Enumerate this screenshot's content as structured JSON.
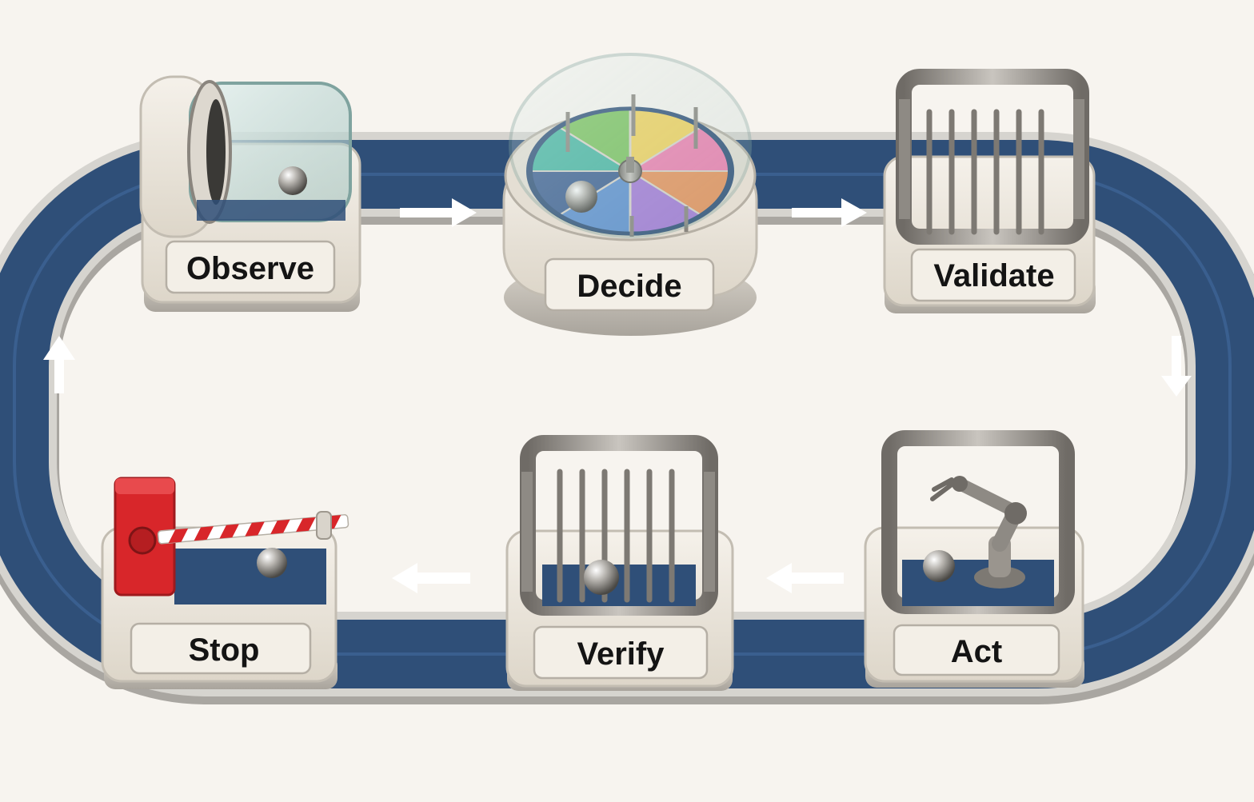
{
  "diagram": {
    "stages": [
      {
        "id": "observe",
        "label": "Observe",
        "icon": "glass-observation-chamber-icon"
      },
      {
        "id": "decide",
        "label": "Decide",
        "icon": "color-spinner-wheel-icon"
      },
      {
        "id": "validate",
        "label": "Validate",
        "icon": "bar-gate-icon"
      },
      {
        "id": "act",
        "label": "Act",
        "icon": "robot-arm-icon"
      },
      {
        "id": "verify",
        "label": "Verify",
        "icon": "bar-cage-icon"
      },
      {
        "id": "stop",
        "label": "Stop",
        "icon": "barrier-arm-icon"
      }
    ],
    "flow_order": [
      "observe",
      "decide",
      "validate",
      "act",
      "verify",
      "stop",
      "observe"
    ],
    "direction": "clockwise"
  },
  "colors": {
    "background": "#f7f4ef",
    "track": "#2f4f78",
    "track_rail": "#c9c7c2",
    "housing": "#ebe5da",
    "metal": "#8e8a84",
    "label_plate": "#f3efe7",
    "barrier_red": "#d8262a",
    "wheel_segments": [
      "#f2d25c",
      "#ef7fb0",
      "#e9935b",
      "#a57ad8",
      "#5d8fd0",
      "#3e5f92",
      "#49b6a3",
      "#7cc35f"
    ]
  }
}
